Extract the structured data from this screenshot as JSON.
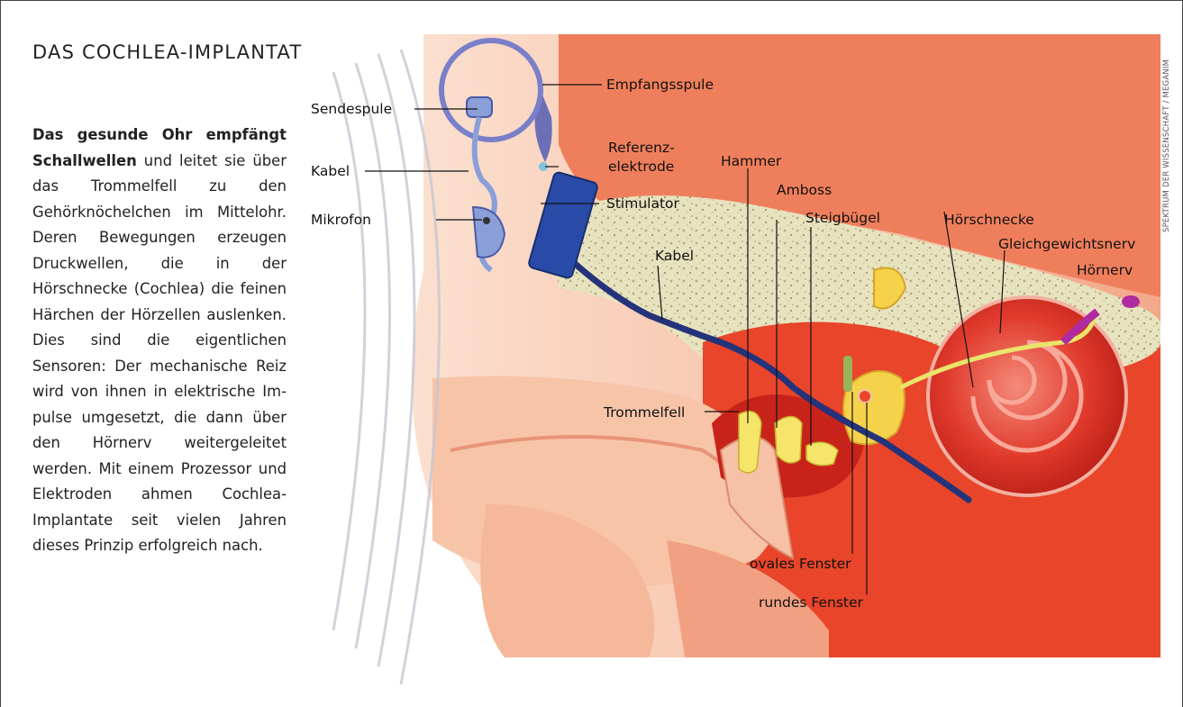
{
  "title": "DAS COCHLEA-IMPLANTAT",
  "intro": {
    "bold": "Das gesunde Ohr empfängt Schallwellen",
    "text": " und leitet sie über das Trommelfell zu den Gehörknöchelchen im Mit­telohr. Deren Bewegungen erzeugen Druckwellen, die in der Hörschnecke (Cochlea) die feinen Härchen der Hör­zellen auslenken. Dies sind die eigentlichen Sensoren: Der mechanische Reiz wird von ihnen in elektrische Im­pulse umgesetzt, die dann über den Hörnerv weiterge­leitet werden. Mit einem Prozessor und Elektroden ah­men Cochlea-Implantate seit vielen Jahren dieses Prinzip erfolgreich nach."
  },
  "credit": "SPEKTRUM DER WISSENSCHAFT / MEGANIM",
  "labels": {
    "sendespule": "Sendespule",
    "kabel_left": "Kabel",
    "mikrofon": "Mikrofon",
    "empfangsspule": "Empfangsspule",
    "referenz_1": "Referenz-",
    "referenz_2": "elektrode",
    "stimulator": "Stimulator",
    "kabel_mid": "Kabel",
    "hammer": "Hammer",
    "amboss": "Amboss",
    "steigbuegel": "Steigbügel",
    "hoerschnecke": "Hörschnecke",
    "gleichgewichtsnerv": "Gleichgewichtsnerv",
    "hoernerv": "Hörnerv",
    "trommelfell": "Trommelfell",
    "ovales_fenster": "ovales Fenster",
    "rundes_fenster": "rundes Fenster"
  },
  "colors": {
    "skin": "#f2a182",
    "skin_light": "#f7c4a8",
    "tissue_red": "#e8452a",
    "deep_red": "#c8231a",
    "bone": "#e8e3bf",
    "bone_speckle": "#b5ad86",
    "cable": "#24337a",
    "device_blue": "#2a4aa8",
    "device_light": "#8a9fd8",
    "ossicle_yellow": "#f5e56a",
    "nerve_yellow": "#e9e56a",
    "nerve_purple": "#b02aa0"
  }
}
